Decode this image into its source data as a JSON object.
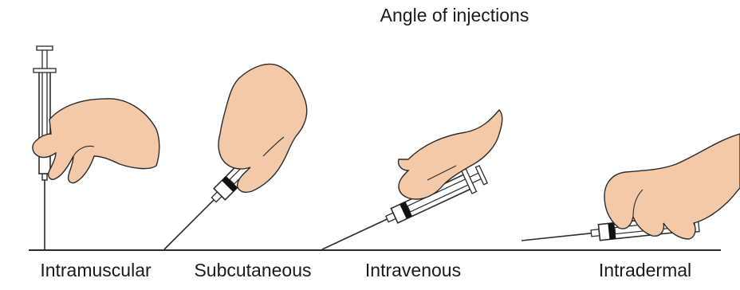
{
  "title": "Angle of injections",
  "labels": {
    "intramuscular": "Intramuscular",
    "subcutaneous": "Subcutaneous",
    "intravenous": "Intravenous",
    "intradermal": "Intradermal"
  },
  "colors": {
    "skin": "#f3c9a8",
    "outline": "#2b2b2b",
    "syringe_body": "#ffffff",
    "band": "#111111",
    "background": "#ffffff"
  }
}
